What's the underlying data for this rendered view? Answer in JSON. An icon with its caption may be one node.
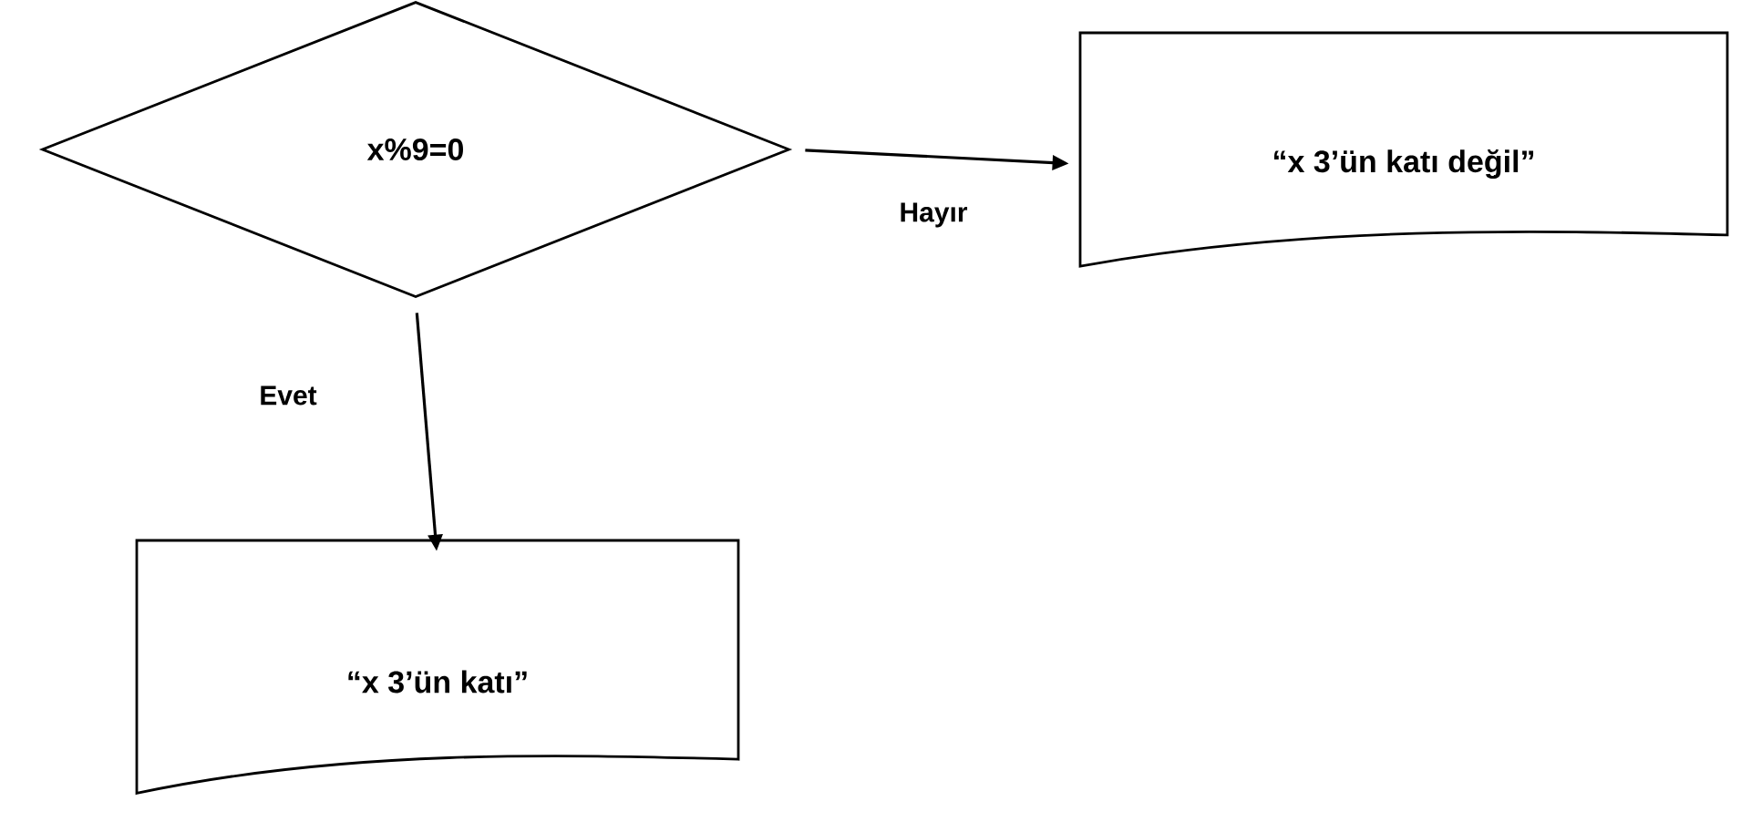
{
  "diagram": {
    "nodes": [
      {
        "text": [
          "x%9=0"
        ]
      },
      {
        "text": [
          "“x 3’ün katı değil”"
        ]
      },
      {
        "text": [
          "“x 3’ün katı”"
        ]
      }
    ],
    "edges": [
      {
        "from": 0,
        "to": 1,
        "arrow": "to",
        "label": "Hayır"
      },
      {
        "from": 0,
        "to": 2,
        "arrow": "to",
        "label": "Evet"
      }
    ]
  }
}
